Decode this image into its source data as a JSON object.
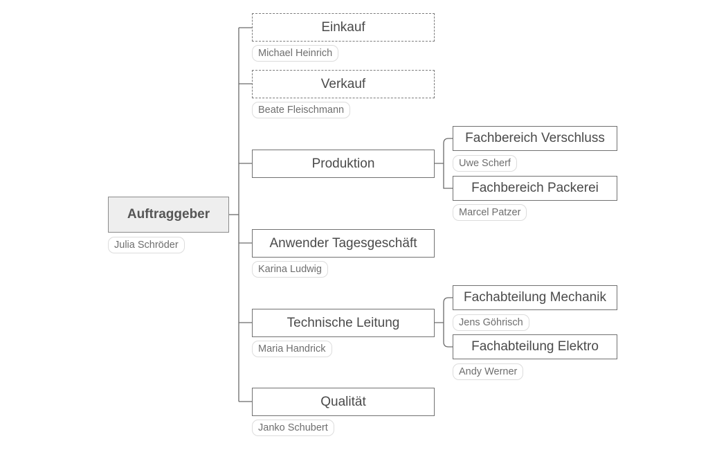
{
  "root": {
    "title": "Auftraggeber",
    "person": "Julia Schröder"
  },
  "departments": [
    {
      "title": "Einkauf",
      "person": "Michael Heinrich",
      "style": "dashed"
    },
    {
      "title": "Verkauf",
      "person": "Beate Fleischmann",
      "style": "dashed"
    },
    {
      "title": "Produktion",
      "person": "",
      "style": "solid",
      "children": [
        {
          "title": "Fachbereich Verschluss",
          "person": "Uwe Scherf"
        },
        {
          "title": "Fachbereich Packerei",
          "person": "Marcel Patzer"
        }
      ]
    },
    {
      "title": "Anwender Tagesgeschäft",
      "person": "Karina Ludwig",
      "style": "solid"
    },
    {
      "title": "Technische Leitung",
      "person": "Maria Handrick",
      "style": "solid",
      "children": [
        {
          "title": "Fachabteilung Mechanik",
          "person": "Jens Göhrisch"
        },
        {
          "title": "Fachabteilung Elektro",
          "person": "Andy Werner"
        }
      ]
    },
    {
      "title": "Qualität",
      "person": "Janko Schubert",
      "style": "solid"
    }
  ],
  "colors": {
    "line": "#6a6a6a",
    "root_fill": "#eeeeee",
    "node_border": "#707070",
    "tag_border": "#dcdcdc"
  }
}
